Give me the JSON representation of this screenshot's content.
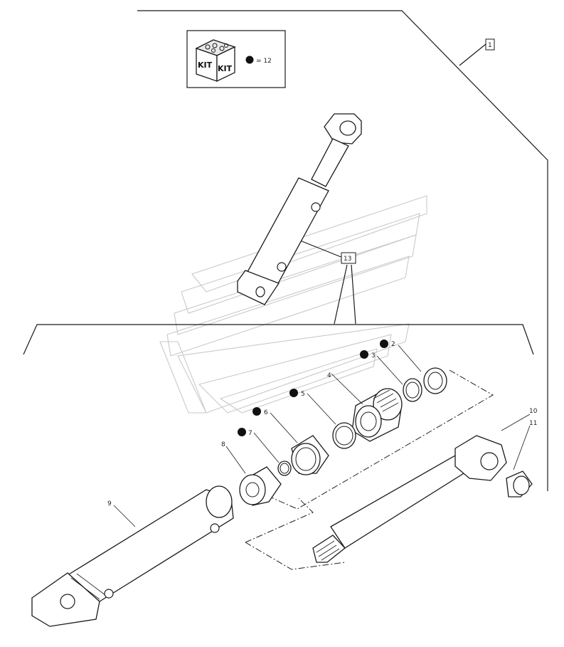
{
  "kit_box": {
    "kit_label_left": "KIT",
    "kit_label_right": "KIT",
    "legend_text": "= 12"
  },
  "callouts": {
    "c1": "1",
    "c2": "2",
    "c3": "3",
    "c4": "4",
    "c5": "5",
    "c6": "6",
    "c7": "7",
    "c8": "8",
    "c9": "9",
    "c10": "10",
    "c11": "11",
    "c13": "13"
  },
  "colors": {
    "line": "#1a1a1a",
    "kit_dot": "#111111",
    "watermark": "#c9c9c9"
  },
  "icons": {
    "kit_box": "kit-parts-box-icon",
    "kit_dot": "filled-dot-icon"
  }
}
